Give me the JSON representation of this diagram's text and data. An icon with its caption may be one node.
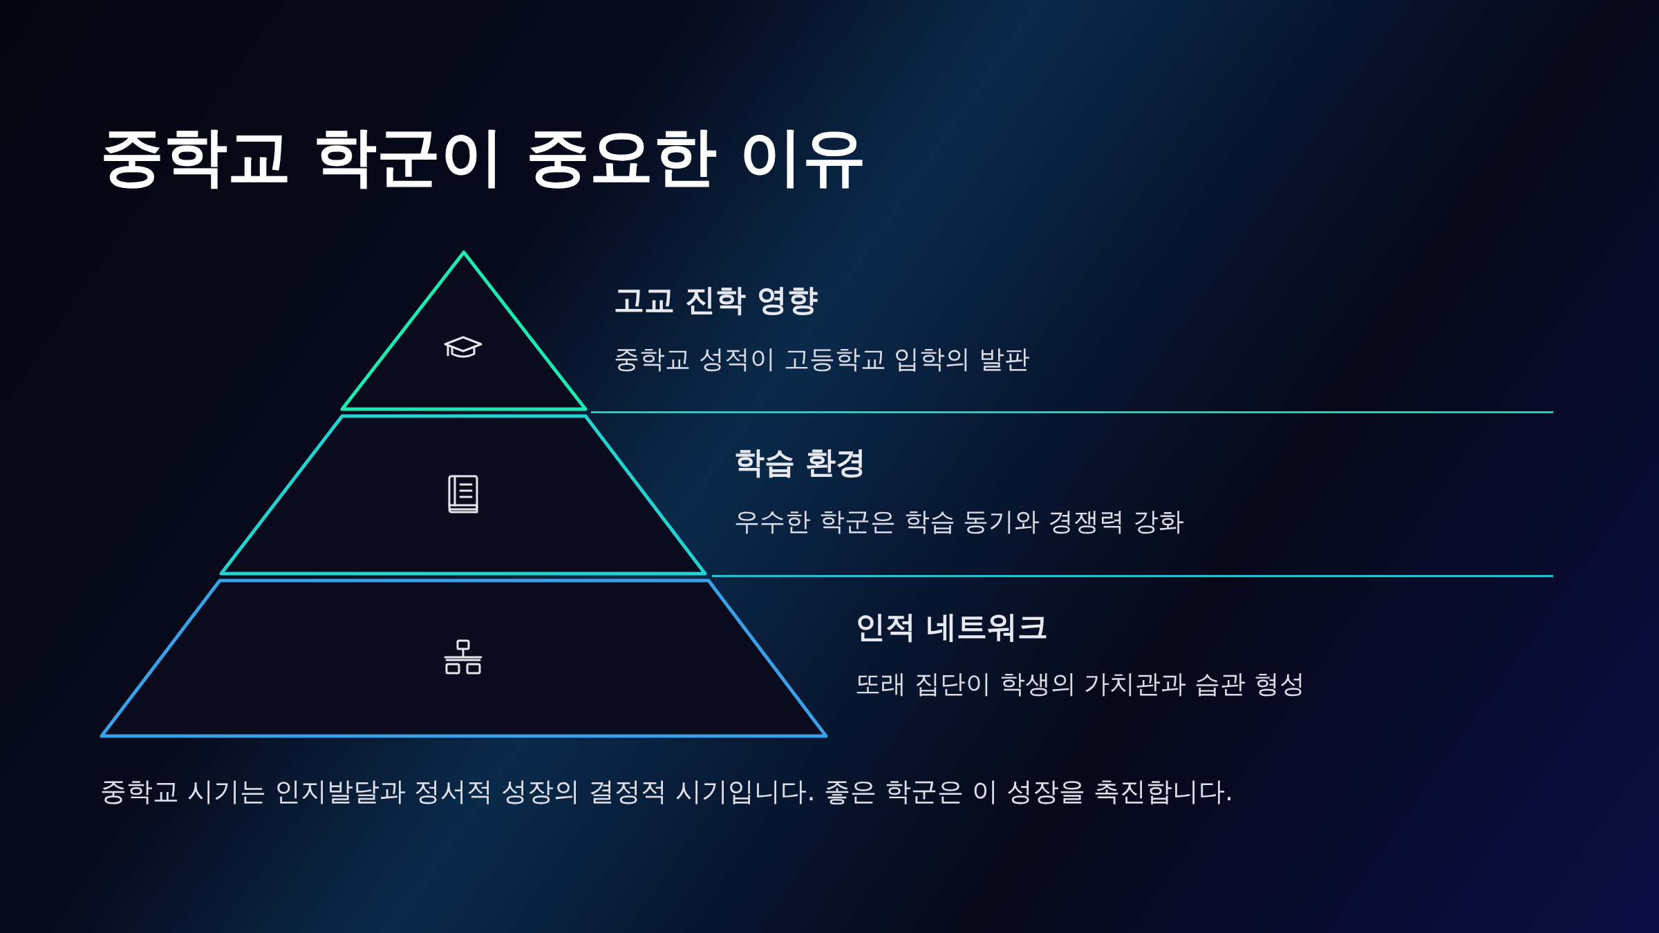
{
  "diagram": {
    "title": "중학교 학군이 중요한 이유",
    "caption": "중학교 시기는 인지발달과 정서적 성장의 결정적 시기입니다. 좋은 학군은 이 성장을 촉진합니다.",
    "nodes": [
      {
        "text": [],
        "shape": "triangle",
        "beside": [
          "고교 진학 영향",
          "중학교 성적이 고등학교 입학의 발판"
        ]
      },
      {
        "text": [],
        "shape": "trapezoid",
        "beside": [
          "학습 환경",
          "우수한 학군은 학습 동기와 경쟁력 강화"
        ]
      },
      {
        "text": [],
        "shape": "trapezoid",
        "beside": [
          "인적 네트워크",
          "또래 집단이 학생의 가치관과 습관 형성"
        ]
      }
    ]
  }
}
